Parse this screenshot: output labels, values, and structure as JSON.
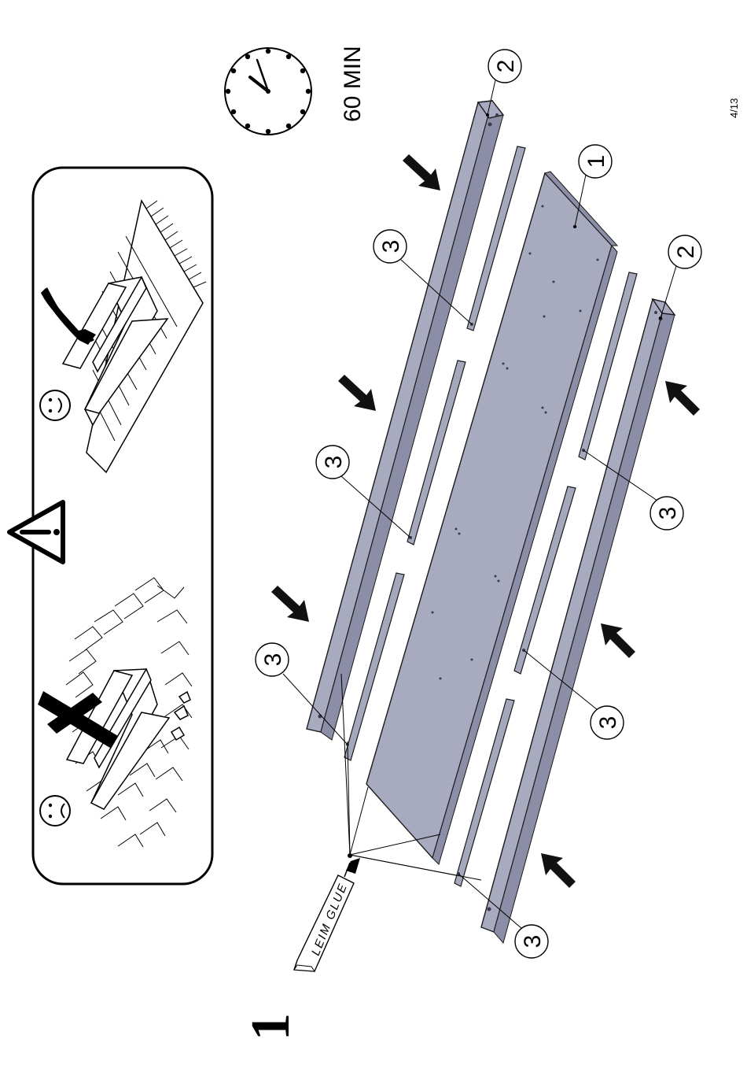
{
  "page": {
    "page_number": "4/13",
    "step_number": "1"
  },
  "timer": {
    "label": "60 MIN"
  },
  "warning_panel": {
    "good_icon": "smiley-face-icon",
    "bad_icon": "sad-face-icon",
    "warning_icon": "warning-triangle-icon",
    "check_icon": "check-mark-icon",
    "cross_icon": "cross-mark-icon"
  },
  "glue": {
    "label": "LEIM GLUE"
  },
  "parts": {
    "main_panel": "1",
    "side_rail": "2",
    "strip": "3"
  },
  "colors": {
    "panel": "#a8abbf",
    "ink": "#111111"
  }
}
